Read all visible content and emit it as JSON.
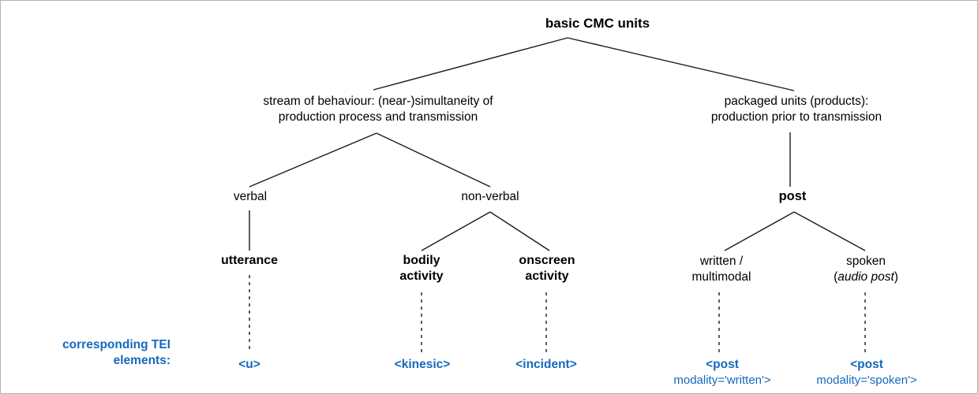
{
  "diagram": {
    "title_node": "basic CMC units",
    "level2": {
      "left_line1": "stream of behaviour: (near-)simultaneity of",
      "left_line2": "production process and transmission",
      "right_line1": "packaged units (products):",
      "right_line2": "production prior to transmission"
    },
    "level3": {
      "verbal": "verbal",
      "non_verbal": "non-verbal",
      "post": "post"
    },
    "leaves": {
      "utterance": "utterance",
      "bodily_line1": "bodily",
      "bodily_line2": "activity",
      "onscreen_line1": "onscreen",
      "onscreen_line2": "activity",
      "written_line1": "written /",
      "written_line2": "multimodal",
      "spoken_line1": "spoken",
      "spoken_line2_open": "(",
      "spoken_line2_italic": "audio post",
      "spoken_line2_close": ")"
    },
    "tei": {
      "caption_line1": "corresponding TEI",
      "caption_line2": "elements:",
      "u": "<u>",
      "kinesic": "<kinesic>",
      "incident": "<incident>",
      "post_written_line1": "<post",
      "post_written_line2": "modality='written'>",
      "post_spoken_line1": "<post",
      "post_spoken_line2": "modality='spoken'>"
    },
    "colors": {
      "tei_blue": "#1569bd",
      "edge_black": "#1a1a1a",
      "border_gray": "#b3b3b3"
    }
  }
}
